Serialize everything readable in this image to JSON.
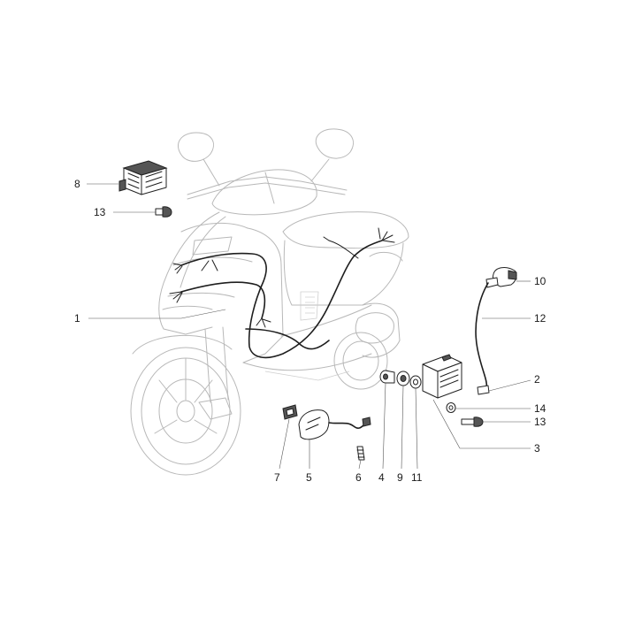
{
  "callouts": {
    "c1": "1",
    "c2": "2",
    "c3": "3",
    "c4": "4",
    "c5": "5",
    "c6": "6",
    "c7": "7",
    "c8": "8",
    "c9": "9",
    "c10": "10",
    "c11": "11",
    "c12": "12",
    "c13_top": "13",
    "c13_right": "13",
    "c14": "14"
  },
  "colors": {
    "background": "#ffffff",
    "outline": "#b8b8b8",
    "part_stroke": "#222222"
  }
}
